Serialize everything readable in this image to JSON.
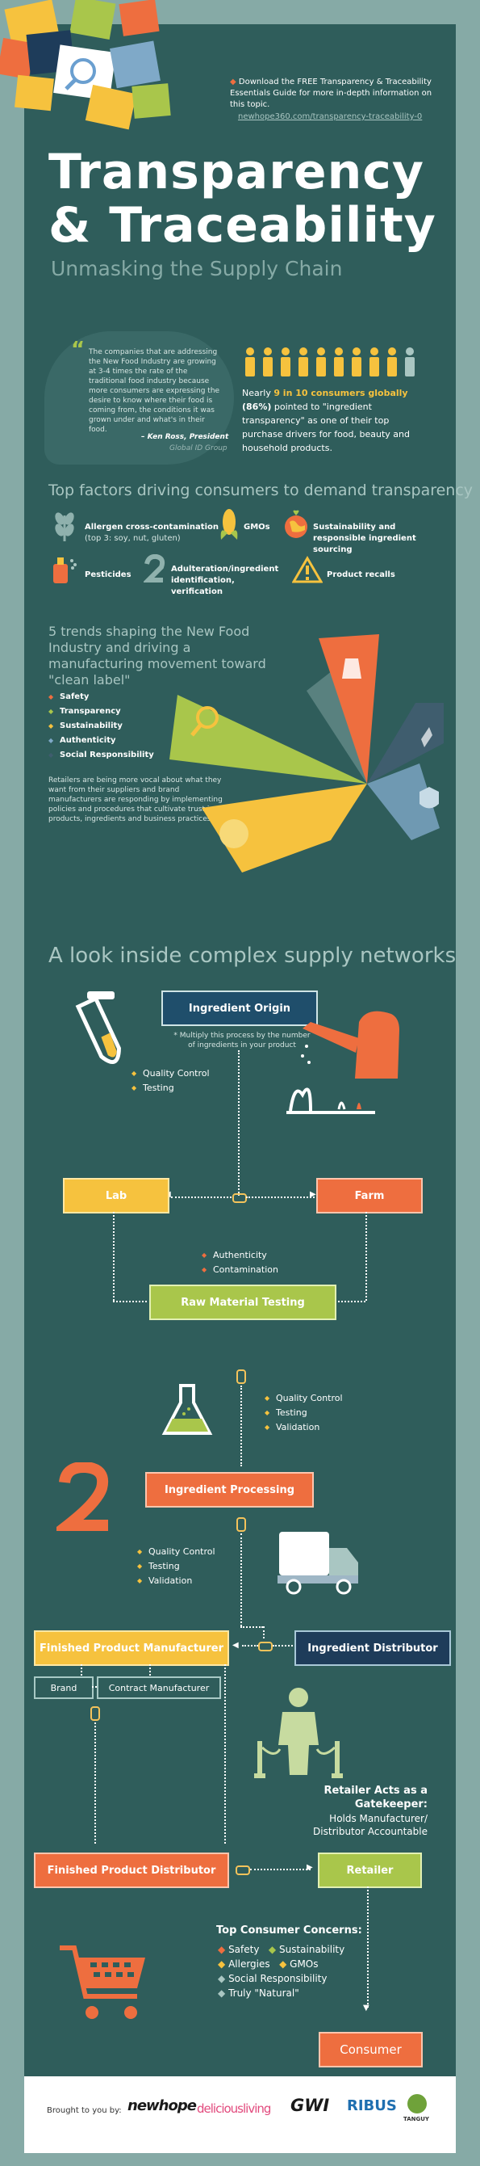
{
  "header": {
    "download_bullet": "Download the FREE Transparency & Traceability Essentials Guide for more in-depth information on this topic.",
    "download_link": "newhope360.com/transparency-traceability-0",
    "title_line1": "Transparency",
    "title_line2": "& Traceability",
    "subtitle": "Unmasking the Supply Chain"
  },
  "quote": {
    "text": "The companies that are addressing the New Food Industry are growing at 3-4 times the rate of the traditional food industry because more consumers are expressing the desire to know where their food is coming from, the conditions it was grown under and what's in their food.",
    "author": "– Ken Ross, President",
    "org": "Global ID Group"
  },
  "stat": {
    "prefix": "Nearly ",
    "highlight": "9 in 10 consumers globally",
    "pct": " (86%)",
    "rest": "pointed to \"ingredient transparency\" as one of their top purchase drivers for food, beauty and household products."
  },
  "factors": {
    "heading": "Top factors driving consumers to demand transparency",
    "items": [
      {
        "label": "Allergen cross-contamination",
        "sub": "(top 3: soy, nut, gluten)",
        "icon": "wheat-icon"
      },
      {
        "label": "GMOs",
        "sub": "",
        "icon": "corn-icon"
      },
      {
        "label": "Sustainability and responsible ingredient sourcing",
        "sub": "",
        "icon": "globe-icon"
      },
      {
        "label": "Pesticides",
        "sub": "",
        "icon": "spray-icon"
      },
      {
        "label": "Adulteration/ingredient identification, verification",
        "sub": "",
        "icon": "number-two-icon"
      },
      {
        "label": "Product recalls",
        "sub": "",
        "icon": "warning-icon"
      }
    ]
  },
  "trends": {
    "heading": "5 trends shaping the New Food Industry and driving a manufacturing movement toward \"clean label\"",
    "items": [
      {
        "label": "Safety",
        "color": "#ee6e3f"
      },
      {
        "label": "Transparency",
        "color": "#a9c64b"
      },
      {
        "label": "Sustainability",
        "color": "#f6c23e"
      },
      {
        "label": "Authenticity",
        "color": "#7fa9c8"
      },
      {
        "label": "Social Responsibility",
        "color": "#3f5d6e"
      }
    ],
    "note": "Retailers are being more vocal about what they want from their suppliers and brand manufacturers are responding by implementing policies and procedures that cultivate trust in their products, ingredients and business practices."
  },
  "network": {
    "heading": "A look inside complex supply networks",
    "ingredient_origin": "Ingredient Origin",
    "origin_note": "* Multiply this process by the number of ingredients in your product",
    "origin_checks": [
      "Quality Control",
      "Testing"
    ],
    "lab": "Lab",
    "farm": "Farm",
    "lab_checks": [
      "Authenticity",
      "Contamination"
    ],
    "raw_material": "Raw Material Testing",
    "raw_checks": [
      "Quality Control",
      "Testing",
      "Validation"
    ],
    "processing": "Ingredient Processing",
    "processing_checks": [
      "Quality Control",
      "Testing",
      "Validation"
    ],
    "finished_manufacturer": "Finished Product Manufacturer",
    "ingredient_distributor": "Ingredient Distributor",
    "brand": "Brand",
    "contract_manufacturer": "Contract Manufacturer",
    "retailer_gatekeeper_title": "Retailer Acts as a Gatekeeper:",
    "retailer_gatekeeper_sub": "Holds Manufacturer/ Distributor Accountable",
    "finished_distributor": "Finished Product Distributor",
    "retailer": "Retailer",
    "concerns_title": "Top Consumer Concerns:",
    "concerns": [
      "Safety",
      "Sustainability",
      "Allergies",
      "GMOs",
      "Social Responsibility",
      "Truly \"Natural\""
    ],
    "consumer": "Consumer"
  },
  "footer": {
    "brought_by": "Brought to you by:",
    "logos": [
      "newhope",
      "deliciousliving",
      "GWI",
      "RIBUS",
      "TANGUY"
    ]
  },
  "colors": {
    "panel": "#2f5d5b",
    "orange": "#ee6e3f",
    "yellow": "#f6c23e",
    "green": "#a9c64b",
    "navy": "#1e3c5a"
  }
}
